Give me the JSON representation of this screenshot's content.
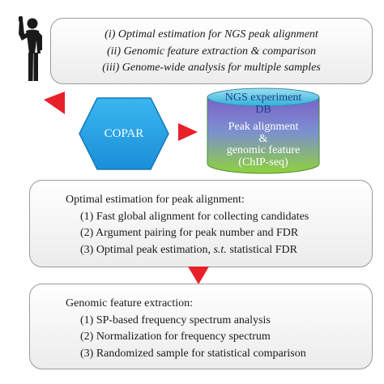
{
  "top_box": {
    "lines": [
      "(i) Optimal estimation for NGS peak alignment",
      "(ii) Genomic feature extraction & comparison",
      "(iii) Genome-wide analysis for multiple samples"
    ]
  },
  "copar": {
    "label": "COPAR"
  },
  "db": {
    "title_lines": [
      "NGS experiment",
      "DB"
    ],
    "sub_lines": [
      "Peak alignment",
      "&",
      "genomic feature",
      "(ChIP-seq)"
    ]
  },
  "mid_box": {
    "heading": "Optimal estimation for peak alignment:",
    "items": [
      "(1) Fast global alignment for collecting candidates",
      "(2) Argument pairing for peak number and FDR"
    ],
    "item3_prefix": "(3) Optimal peak estimation, ",
    "item3_italic": "s.t.",
    "item3_suffix": " statistical FDR"
  },
  "bot_box": {
    "heading": "Genomic feature extraction:",
    "items": [
      "(1) SP-based frequency spectrum analysis",
      "(2) Normalization for frequency spectrum",
      "(3) Randomized sample for statistical comparison"
    ]
  },
  "colors": {
    "arrow": "#e8202a",
    "hexagon": "#1a9fe6",
    "db_top": "#2fb0d8",
    "db_body": "#8fcf3c",
    "db_mid": "#7a62c8"
  },
  "icons": [
    "person-waving-icon",
    "copar-hexagon-icon",
    "database-cylinder-icon"
  ]
}
